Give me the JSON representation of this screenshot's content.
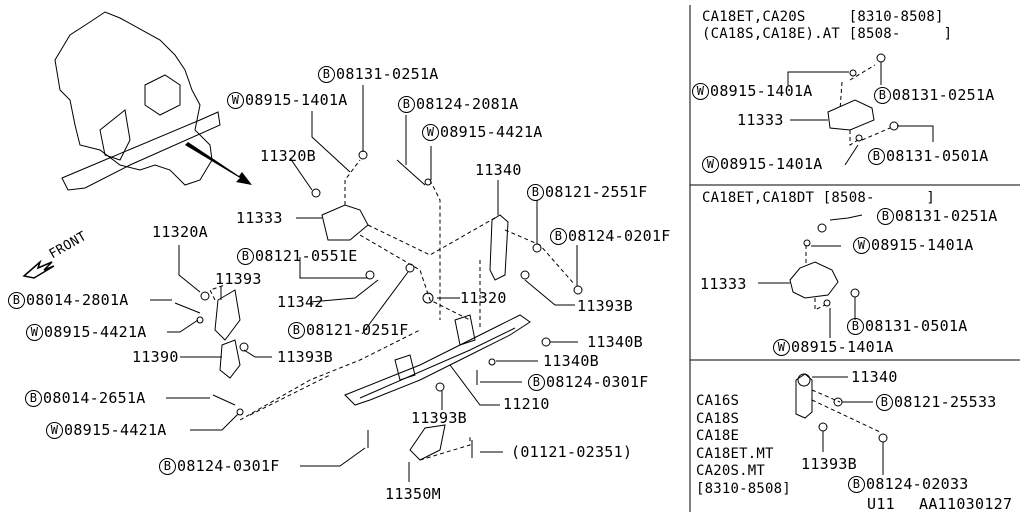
{
  "diagram": {
    "title": "Engine Mounting Parts Diagram",
    "front_label": "FRONT",
    "main_labels": [
      {
        "prefix": "B",
        "text": "08131-0251A"
      },
      {
        "prefix": "W",
        "text": "08915-1401A"
      },
      {
        "prefix": "B",
        "text": "08124-2081A"
      },
      {
        "prefix": "W",
        "text": "08915-4421A"
      },
      {
        "prefix": "",
        "text": "11320B"
      },
      {
        "prefix": "",
        "text": "11333"
      },
      {
        "prefix": "",
        "text": "11340"
      },
      {
        "prefix": "B",
        "text": "08121-2551F"
      },
      {
        "prefix": "B",
        "text": "08124-0201F"
      },
      {
        "prefix": "",
        "text": "11320A"
      },
      {
        "prefix": "B",
        "text": "08121-0551E"
      },
      {
        "prefix": "",
        "text": "11393"
      },
      {
        "prefix": "B",
        "text": "08014-2801A"
      },
      {
        "prefix": "",
        "text": "11342"
      },
      {
        "prefix": "",
        "text": "11320"
      },
      {
        "prefix": "",
        "text": "11393B"
      },
      {
        "prefix": "W",
        "text": "08915-4421A"
      },
      {
        "prefix": "B",
        "text": "08121-0251F"
      },
      {
        "prefix": "",
        "text": "11340B"
      },
      {
        "prefix": "",
        "text": "11390"
      },
      {
        "prefix": "",
        "text": "11393B"
      },
      {
        "prefix": "",
        "text": "11340B"
      },
      {
        "prefix": "B",
        "text": "08124-0301F"
      },
      {
        "prefix": "B",
        "text": "08014-2651A"
      },
      {
        "prefix": "",
        "text": "11210"
      },
      {
        "prefix": "",
        "text": "11393B"
      },
      {
        "prefix": "W",
        "text": "08915-4421A"
      },
      {
        "prefix": "B",
        "text": "08124-0301F"
      },
      {
        "prefix": "",
        "text": "(01121-02351)"
      },
      {
        "prefix": "",
        "text": "11350M"
      }
    ],
    "panel1": {
      "header_line1": "CA18ET,CA20S     [8310-8508]",
      "header_line2": "(CA18S,CA18E).AT [8508-     ]",
      "labels": [
        {
          "prefix": "W",
          "text": "08915-1401A"
        },
        {
          "prefix": "B",
          "text": "08131-0251A"
        },
        {
          "prefix": "",
          "text": "11333"
        },
        {
          "prefix": "W",
          "text": "08915-1401A"
        },
        {
          "prefix": "B",
          "text": "08131-0501A"
        }
      ]
    },
    "panel2": {
      "header": "CA18ET,CA18DT [8508-      ]",
      "labels": [
        {
          "prefix": "B",
          "text": "08131-0251A"
        },
        {
          "prefix": "W",
          "text": "08915-1401A"
        },
        {
          "prefix": "",
          "text": "11333"
        },
        {
          "prefix": "B",
          "text": "08131-0501A"
        },
        {
          "prefix": "W",
          "text": "08915-1401A"
        }
      ]
    },
    "panel3": {
      "engines": [
        "CA16S",
        "CA18S",
        "CA18E",
        "CA18ET.MT",
        "CA20S.MT",
        "[8310-8508]"
      ],
      "labels": [
        {
          "prefix": "",
          "text": "11340"
        },
        {
          "prefix": "B",
          "text": "08121-25533"
        },
        {
          "prefix": "",
          "text": "11393B"
        },
        {
          "prefix": "B",
          "text": "08124-02033"
        }
      ],
      "footer_model": "U11",
      "footer_code": "AA11030127"
    }
  }
}
